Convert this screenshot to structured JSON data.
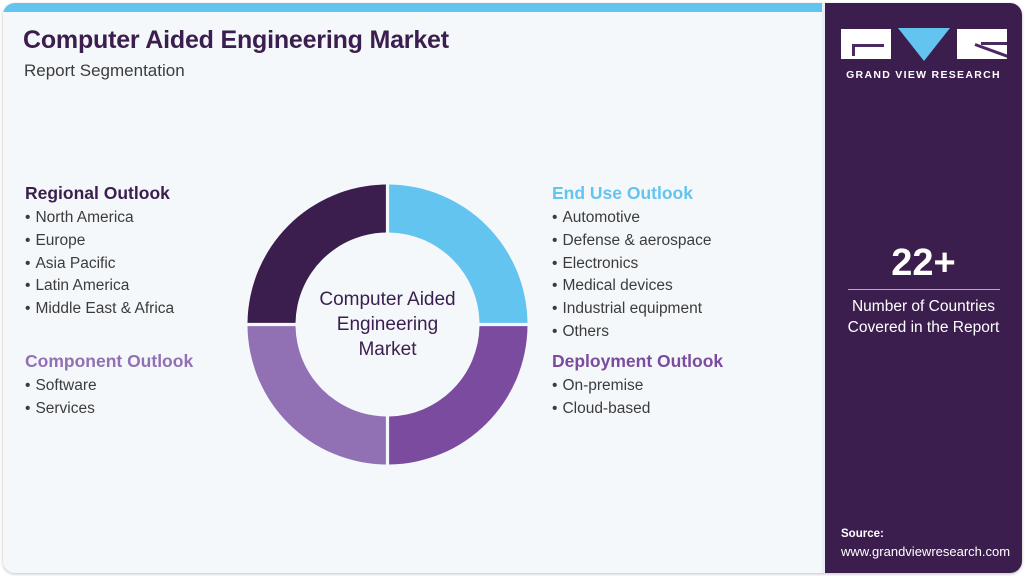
{
  "header": {
    "title": "Computer Aided Engineering Market",
    "subtitle": "Report Segmentation"
  },
  "colors": {
    "accent_blue": "#63c4ef",
    "dark_purple": "#3b1e4e",
    "mid_purple": "#7a4b9e",
    "light_purple": "#9270b4",
    "background": "#f4f8fb",
    "sidebar": "#3b1e4e"
  },
  "segments": {
    "regional": {
      "heading": "Regional Outlook",
      "items": [
        "North America",
        "Europe",
        "Asia Pacific",
        "Latin America",
        "Middle East & Africa"
      ]
    },
    "component": {
      "heading": "Component Outlook",
      "items": [
        "Software",
        "Services"
      ]
    },
    "end_use": {
      "heading": "End Use Outlook",
      "items": [
        "Automotive",
        "Defense & aerospace",
        "Electronics",
        "Medical devices",
        "Industrial equipment",
        "Others"
      ]
    },
    "deployment": {
      "heading": "Deployment Outlook",
      "items": [
        "On-premise",
        "Cloud-based"
      ]
    }
  },
  "donut": {
    "center_lines": [
      "Computer Aided",
      "Engineering",
      "Market"
    ]
  },
  "chart_data": {
    "type": "pie",
    "title": "Computer Aided Engineering Market",
    "subtitle": "Report Segmentation",
    "categories": [
      "End Use Outlook",
      "Deployment Outlook",
      "Component Outlook",
      "Regional Outlook"
    ],
    "values": [
      25,
      25,
      25,
      25
    ],
    "colors": [
      "#63c4ef",
      "#7a4b9e",
      "#9270b4",
      "#3b1e4e"
    ],
    "legend": "none",
    "donut": true,
    "notes": "Four equal quadrants of a donut; each quadrant color maps to one segmentation outlook heading."
  },
  "sidebar": {
    "logo": {
      "wordmark": "GRAND VIEW RESEARCH"
    },
    "stat": {
      "number": "22+",
      "caption_line1": "Number of Countries",
      "caption_line2": "Covered in the Report"
    },
    "source": {
      "label": "Source:",
      "url": "www.grandviewresearch.com"
    }
  }
}
